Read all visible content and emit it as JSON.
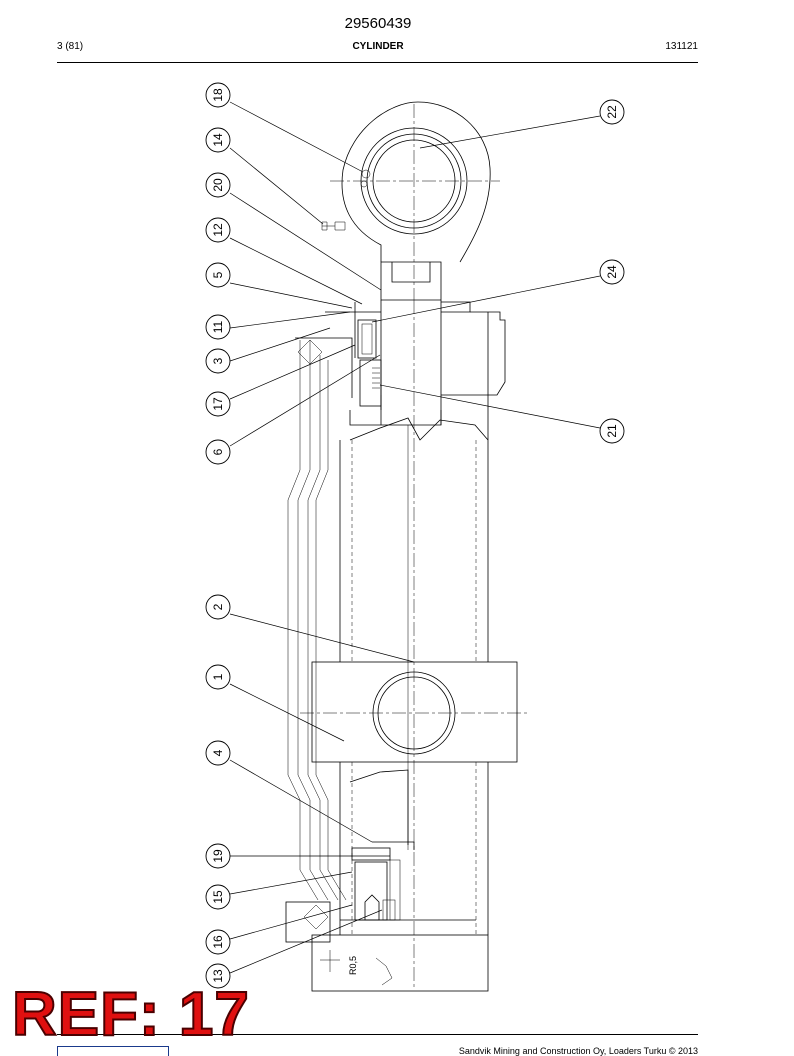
{
  "header": {
    "document_number": "29560439",
    "page": "3 (81)",
    "title": "CYLINDER",
    "date": "131121"
  },
  "drawing": {
    "balloons": [
      "18",
      "14",
      "20",
      "12",
      "5",
      "11",
      "3",
      "17",
      "6",
      "2",
      "1",
      "4",
      "19",
      "15",
      "16",
      "13",
      "22",
      "24",
      "21"
    ],
    "surface_note": "R0,5"
  },
  "footer": {
    "copyright": "Sandvik Mining and Construction Oy, Loaders Turku © 2013"
  },
  "stamp": {
    "text": "REF: 17"
  },
  "colors": {
    "stamp": "#e01010",
    "logo": "#1a3a8c"
  }
}
